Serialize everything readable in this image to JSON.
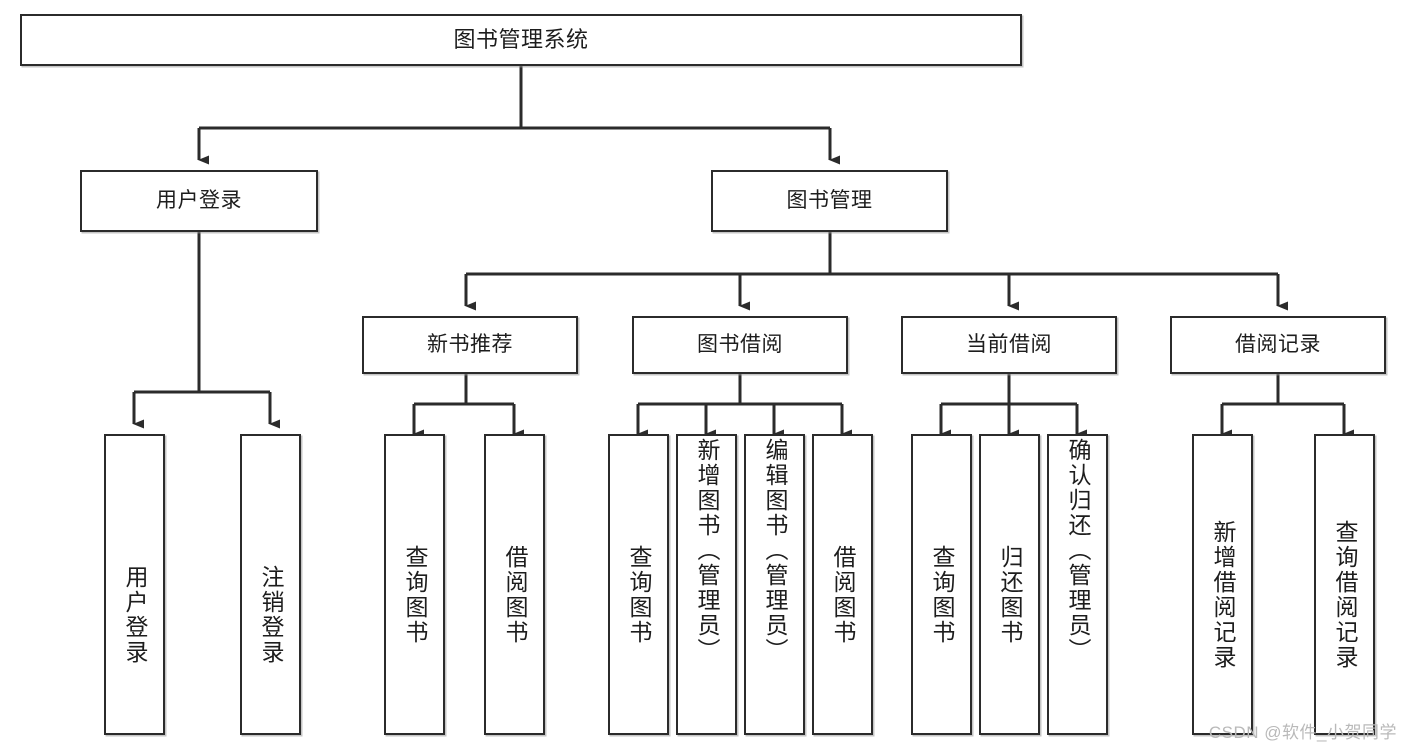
{
  "diagram": {
    "title": "图书管理系统",
    "type": "tree-hierarchy-chart",
    "background_color": "#ffffff",
    "box_border_color": "#2b2b2b",
    "text_color": "#1d1d1d",
    "connector_color": "#2b2b2b"
  },
  "nodes": {
    "root": {
      "label": "图书管理系统",
      "level": 1,
      "orientation": "horizontal"
    },
    "user_login": {
      "label": "用户登录",
      "level": 2,
      "orientation": "horizontal"
    },
    "book_manage": {
      "label": "图书管理",
      "level": 2,
      "orientation": "horizontal"
    },
    "new_book_rec": {
      "label": "新书推荐",
      "level": 3,
      "orientation": "horizontal"
    },
    "book_borrow": {
      "label": "图书借阅",
      "level": 3,
      "orientation": "horizontal"
    },
    "current_borrow": {
      "label": "当前借阅",
      "level": 3,
      "orientation": "horizontal"
    },
    "borrow_record": {
      "label": "借阅记录",
      "level": 3,
      "orientation": "horizontal"
    },
    "leaf_user_login": {
      "label": "用户登录",
      "level": 4,
      "orientation": "vertical",
      "parent": "user_login"
    },
    "leaf_logout": {
      "label": "注销登录",
      "level": 4,
      "orientation": "vertical",
      "parent": "user_login"
    },
    "leaf_query_book_1": {
      "label": "查询图书",
      "level": 4,
      "orientation": "vertical",
      "parent": "new_book_rec"
    },
    "leaf_borrow_book_1": {
      "label": "借阅图书",
      "level": 4,
      "orientation": "vertical",
      "parent": "new_book_rec"
    },
    "leaf_query_book_2": {
      "label": "查询图书",
      "level": 4,
      "orientation": "vertical",
      "parent": "book_borrow"
    },
    "leaf_add_book": {
      "label": "新增图书（管理员）",
      "level": 4,
      "orientation": "vertical",
      "parent": "book_borrow"
    },
    "leaf_edit_book": {
      "label": "编辑图书（管理员）",
      "level": 4,
      "orientation": "vertical",
      "parent": "book_borrow"
    },
    "leaf_borrow_book_2": {
      "label": "借阅图书",
      "level": 4,
      "orientation": "vertical",
      "parent": "book_borrow"
    },
    "leaf_query_book_3": {
      "label": "查询图书",
      "level": 4,
      "orientation": "vertical",
      "parent": "current_borrow"
    },
    "leaf_return_book": {
      "label": "归还图书",
      "level": 4,
      "orientation": "vertical",
      "parent": "current_borrow"
    },
    "leaf_confirm_return": {
      "label": "确认归还（管理员）",
      "level": 4,
      "orientation": "vertical",
      "parent": "current_borrow"
    },
    "leaf_add_record": {
      "label": "新增借阅记录",
      "level": 4,
      "orientation": "vertical",
      "parent": "borrow_record"
    },
    "leaf_query_record": {
      "label": "查询借阅记录",
      "level": 4,
      "orientation": "vertical",
      "parent": "borrow_record"
    }
  },
  "watermark": {
    "text": "CSDN @软件_小贺同学"
  }
}
